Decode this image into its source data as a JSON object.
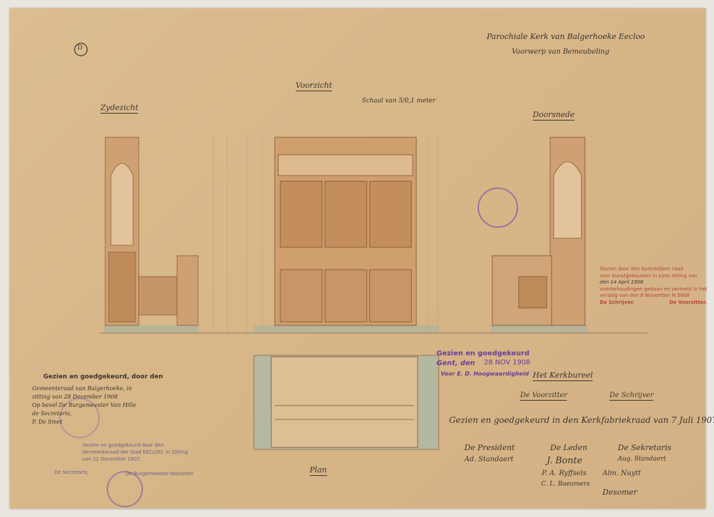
{
  "sheet_label": "D",
  "title": {
    "line1": "Parochiale Kerk van Balgerhoeke   Eecloo",
    "line2": "Voorwerp van Bemeubeling"
  },
  "views": {
    "side": "Zydezicht",
    "front": "Voorzicht",
    "scale": "Schaal van 5/0,1 meter",
    "section": "Doorsnede",
    "plan": "Plan"
  },
  "stamp_purple": {
    "heading": "Gezien en goedgekeurd",
    "place": "Gent, den",
    "date": "28 NOV 1908",
    "signed": "Voor E. D. Hoogwaardigheid"
  },
  "red_approval": {
    "lines": [
      "Gezien door den Koninklijken raad",
      "voor Kunstgebouwen in zijne zitting van",
      "den 14 April 1908",
      "voorbehoudingen gedaan en vermeld in het",
      "verslag van den 8 November N 5808"
    ],
    "signer_left": "De Schrijver,",
    "signer_right": "De Voorzitter."
  },
  "kerkraad": {
    "heading": "Het Kerkbureel",
    "chair": "De Voorzitter",
    "secretary": "De Schrijver",
    "text": "Gezien en goedgekeurd in den Kerkfabriekraad van 7 Juli 1907.",
    "president_label": "De President",
    "members_label": "De Leden",
    "secretary_label": "De Sekretaris",
    "signatures": [
      "Ad. Standaert",
      "J. Bonte",
      "P. A. Ryffsels",
      "C. L. Baeumers",
      "Aug. Standaert",
      "Alm. Nuytt",
      "Desomer"
    ]
  },
  "council": {
    "heading": "Gezien en goedgekeurd, door den",
    "lines": [
      "Gemeenteraad van Balgerhoeke, in",
      "zitting van 28 December 1908",
      "Op bevel  De Burgemeester Van Hille",
      "de Secretaris,",
      "P. De Smet"
    ],
    "stamp_text": "Gezien en goedgekeurd door den Gemeenteraad der Stad EECLOO, in Zitting van 21 December 1907.",
    "secretary": "De Secretaris,",
    "mayor": "De Burgemeester-Voorzitter"
  },
  "colors": {
    "paper": "#d8b88a",
    "ink": "#3b3530",
    "stamp": "#6a3e9a",
    "red": "#b4463f",
    "wood": "#c99a6a"
  }
}
